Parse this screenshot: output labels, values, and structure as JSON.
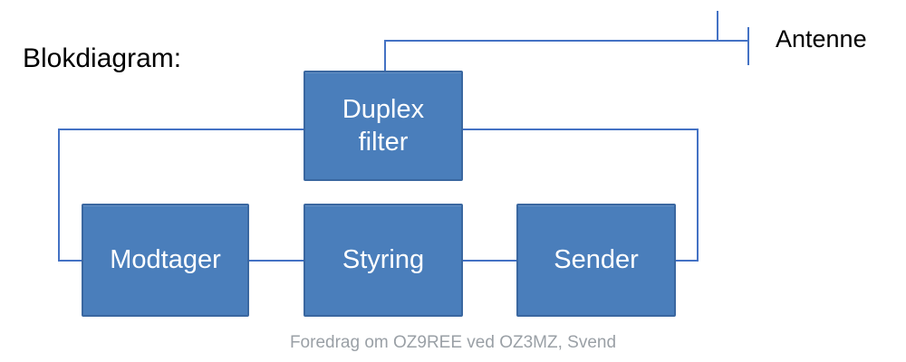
{
  "page": {
    "title": "Blokdiagram:",
    "caption": "Foredrag om OZ9REE ved OZ3MZ, Svend"
  },
  "diagram": {
    "antenna_label": "Antenne",
    "blocks": {
      "duplex": {
        "label": "Duplex filter"
      },
      "modtager": {
        "label": "Modtager"
      },
      "styring": {
        "label": "Styring"
      },
      "sender": {
        "label": "Sender"
      }
    },
    "connections": [
      "duplex-to-antenna",
      "duplex-to-modtager",
      "duplex-to-sender",
      "modtager-to-styring",
      "styring-to-sender"
    ]
  },
  "colors": {
    "box_fill": "#4a7ebb",
    "box_border": "#3a67a0",
    "wire": "#4472c4",
    "caption": "#9aa0a6",
    "box_text": "#ffffff",
    "title_text": "#000000"
  }
}
